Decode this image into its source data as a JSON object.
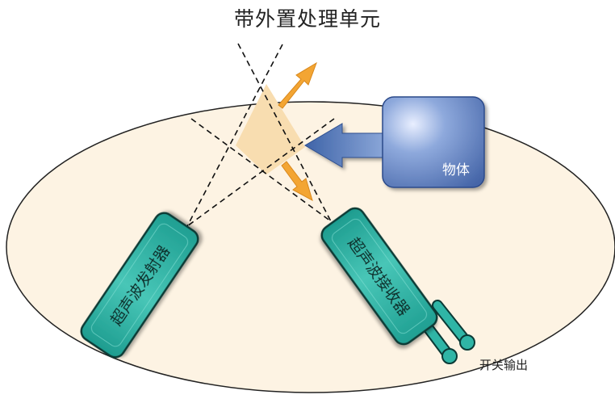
{
  "diagram": {
    "title": "带外置处理单元",
    "object_label": "物体",
    "transmitter_label": "超声波发射器",
    "receiver_label": "超声波接收器",
    "switch_output_label": "开关输出"
  },
  "colors": {
    "ellipse_fill": "#fdf3e3",
    "ellipse_stroke": "#222222",
    "device_teal": "#2fb5a6",
    "device_stroke": "#0b3a36",
    "object_blue": "#6f8fcc",
    "detection_zone": "#f8ddb0",
    "orange_arrow": "#f3a533",
    "blue_arrow": "#4d73b6"
  },
  "icons": [
    "dashed-beam-lines",
    "orange-arrow",
    "blue-arrow"
  ]
}
